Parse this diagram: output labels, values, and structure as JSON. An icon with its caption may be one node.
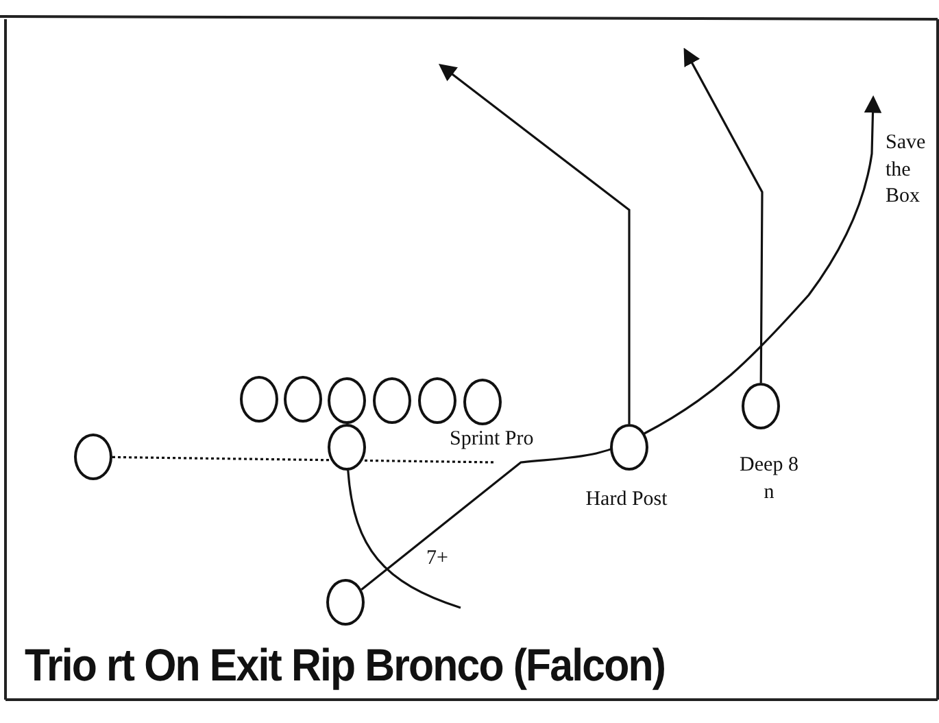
{
  "diagram": {
    "title": "Trio rt On Exit Rip Bronco (Falcon)",
    "nodes": [
      {
        "text": [],
        "shape": "circle"
      },
      {
        "text": [],
        "shape": "circle"
      },
      {
        "text": [],
        "shape": "circle"
      },
      {
        "text": [],
        "shape": "circle"
      },
      {
        "text": [],
        "shape": "circle"
      },
      {
        "text": [],
        "shape": "circle"
      },
      {
        "text": [],
        "shape": "circle",
        "beside": [
          "Deep 8 n"
        ]
      },
      {
        "text": [],
        "shape": "circle"
      },
      {
        "text": [],
        "shape": "circle",
        "beside": [
          "Hard Post"
        ]
      },
      {
        "text": [],
        "shape": "circle"
      },
      {
        "text": [],
        "shape": "circle"
      }
    ],
    "edges": [
      {
        "from": 9,
        "to": null,
        "arrow": "none",
        "style": "dashed"
      },
      {
        "from": 10,
        "to": null,
        "arrow": "to",
        "label": "Save the Box"
      },
      {
        "from": 7,
        "to": null,
        "arrow": "none"
      },
      {
        "from": 8,
        "to": null,
        "arrow": "to"
      },
      {
        "from": 6,
        "to": null,
        "arrow": "to"
      }
    ],
    "labels": [
      "Sprint Pro",
      "7+"
    ]
  }
}
